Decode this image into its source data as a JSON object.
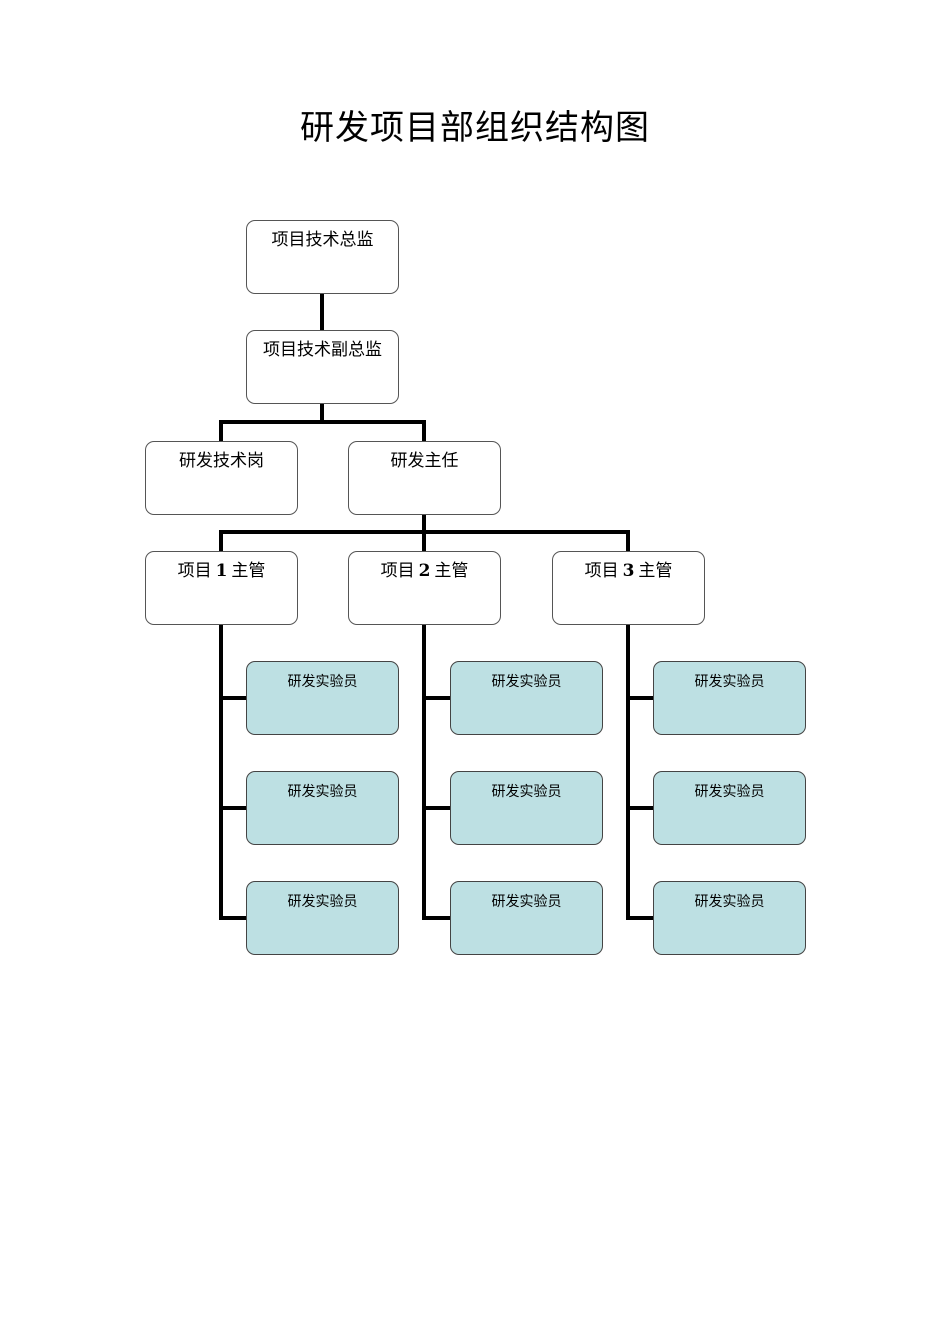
{
  "title": "研发项目部组织结构图",
  "chief": {
    "label": "项目技术总监"
  },
  "deputy": {
    "label": "项目技术副总监"
  },
  "tech_post": {
    "label": "研发技术岗"
  },
  "director": {
    "label": "研发主任"
  },
  "managers": [
    {
      "prefix": "项目",
      "num": "1",
      "suffix": "主管"
    },
    {
      "prefix": "项目",
      "num": "2",
      "suffix": "主管"
    },
    {
      "prefix": "项目",
      "num": "3",
      "suffix": "主管"
    }
  ],
  "staff": [
    [
      "研发实验员",
      "研发实验员",
      "研发实验员"
    ],
    [
      "研发实验员",
      "研发实验员",
      "研发实验员"
    ],
    [
      "研发实验员",
      "研发实验员",
      "研发实验员"
    ]
  ],
  "colors": {
    "staff_fill": "#bde0e3",
    "box_border": "#555555",
    "connector": "#000000"
  }
}
